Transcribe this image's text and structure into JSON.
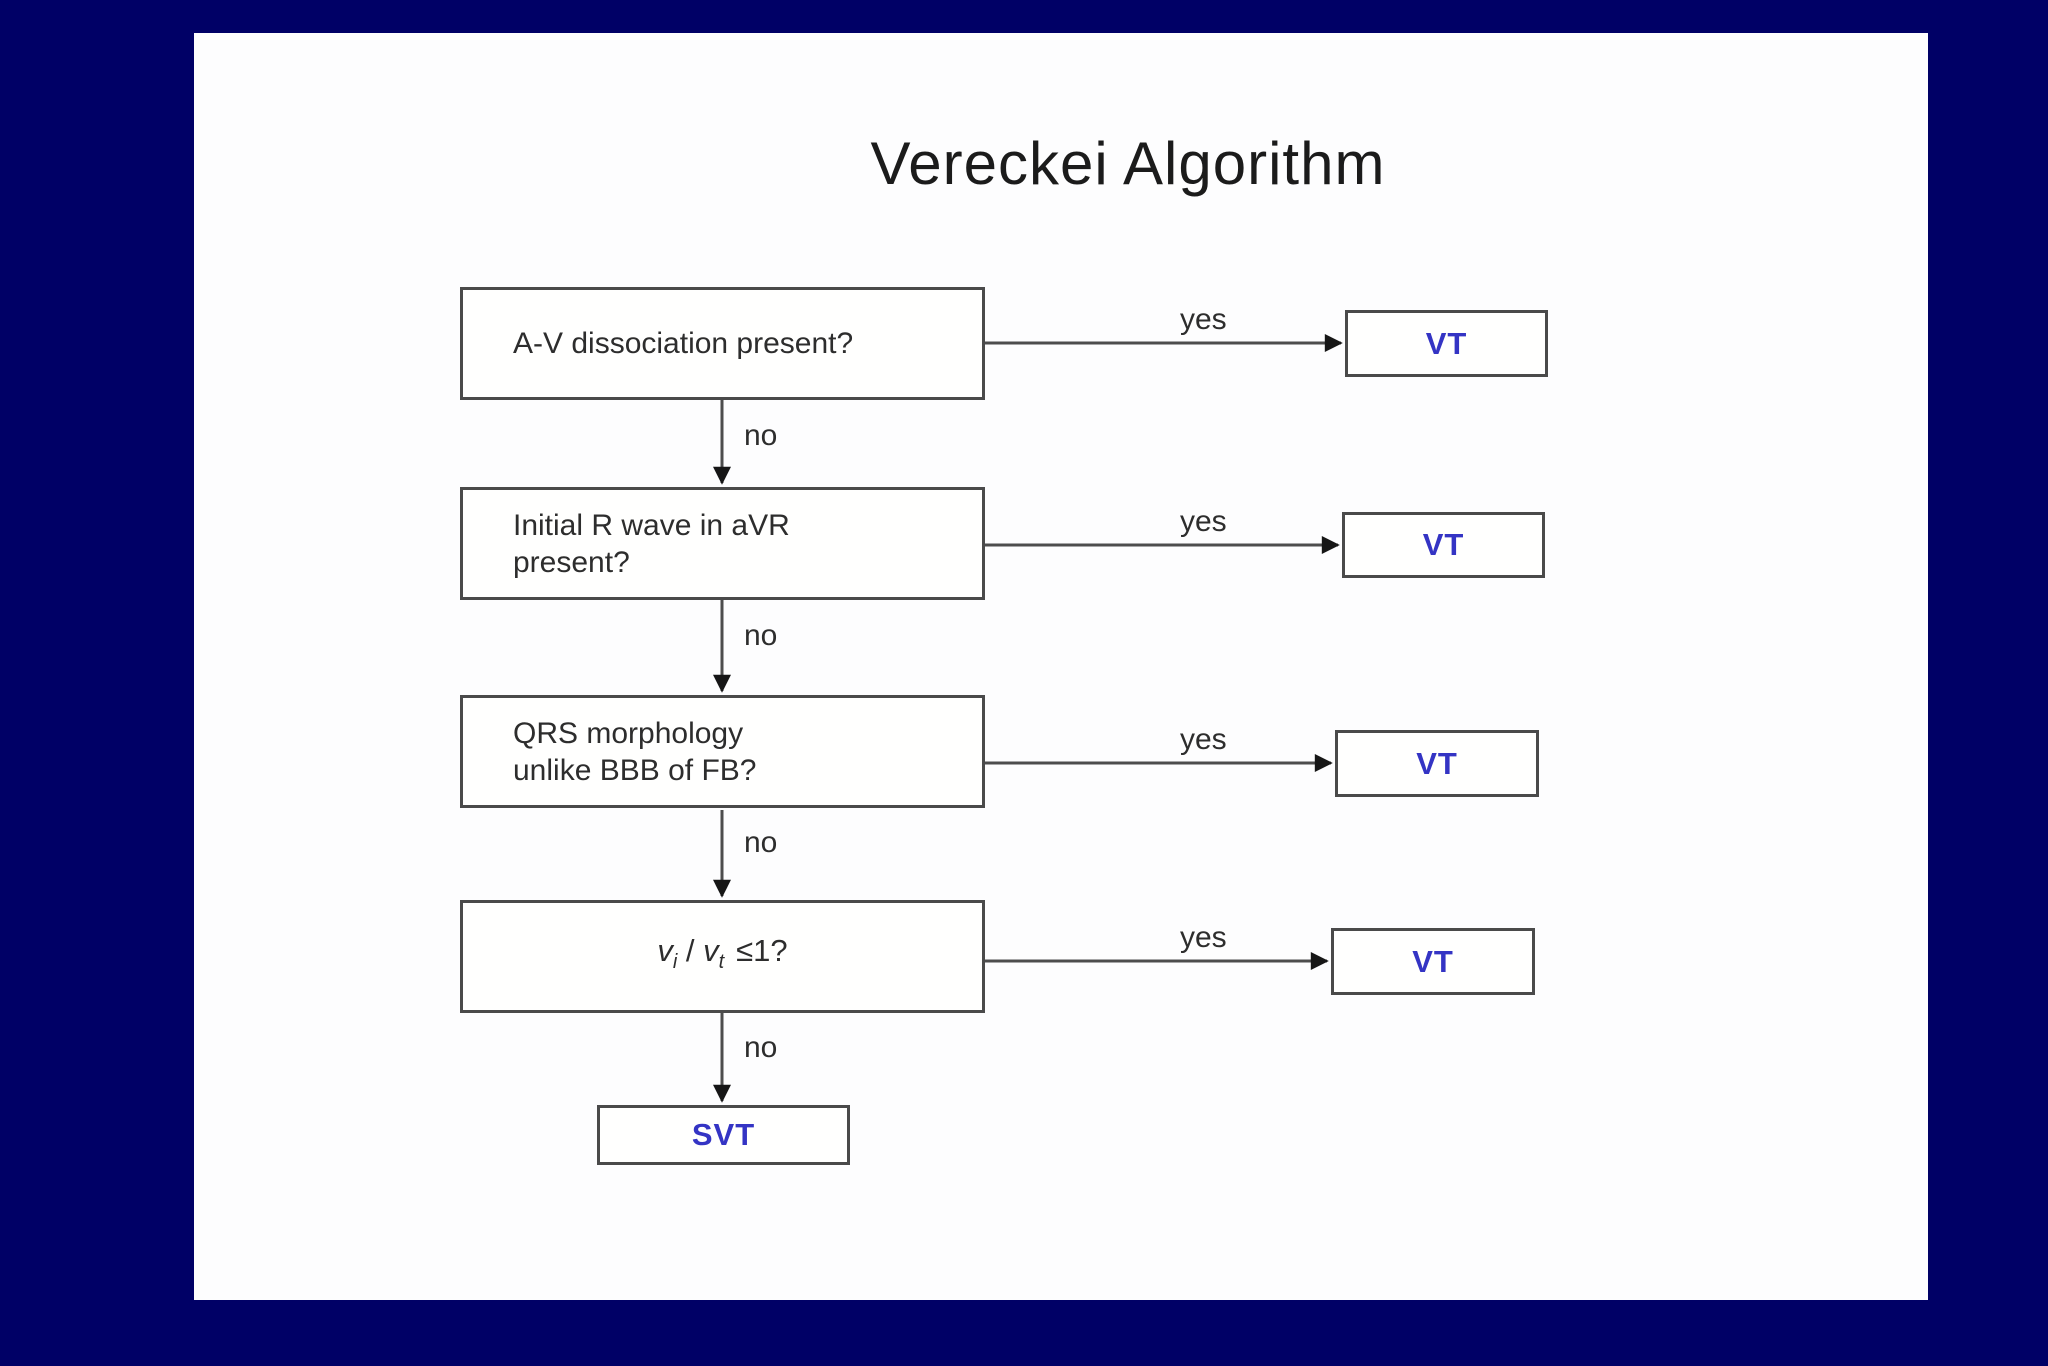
{
  "title": "Vereckei Algorithm",
  "colors": {
    "page_background": "#000066",
    "slide_background": "#fdfdfe",
    "box_border": "#4a4a4a",
    "question_text": "#2d2d2d",
    "outcome_text": "#3434c4",
    "arrow": "#4d4d4d"
  },
  "flowchart": {
    "steps": [
      {
        "line1": "A-V dissociation present?",
        "line2": "",
        "yes": "yes",
        "no": "no",
        "outcome": "VT"
      },
      {
        "line1": "Initial R wave in aVR",
        "line2": "present?",
        "yes": "yes",
        "no": "no",
        "outcome": "VT"
      },
      {
        "line1": "QRS morphology",
        "line2": "unlike BBB of FB?",
        "yes": "yes",
        "no": "no",
        "outcome": "VT"
      },
      {
        "formula": {
          "v1": "v",
          "sub1": "i",
          "slash": " / ",
          "v2": "v",
          "sub2": "t",
          "cond": "≤1?"
        },
        "yes": "yes",
        "no": "no",
        "outcome": "VT"
      }
    ],
    "final_outcome": "SVT"
  }
}
